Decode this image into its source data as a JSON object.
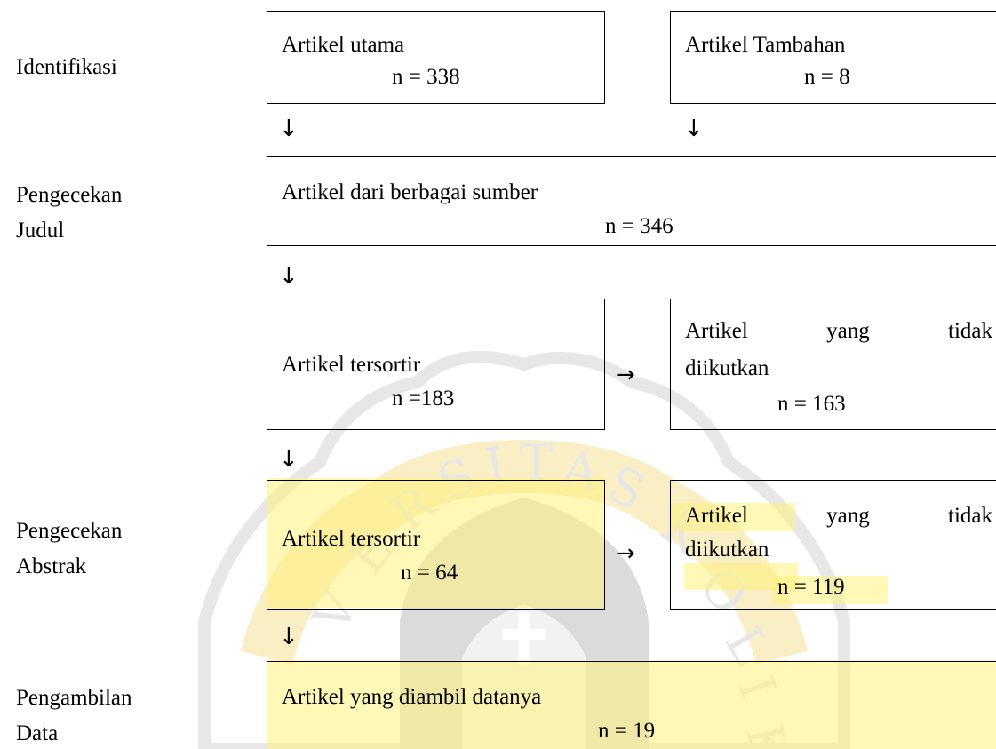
{
  "stages": {
    "identifikasi": "Identifikasi",
    "pengecekan_judul_1": "Pengecekan",
    "pengecekan_judul_2": "Judul",
    "pengecekan_abstrak_1": "Pengecekan",
    "pengecekan_abstrak_2": "Abstrak",
    "pengambilan_1": "Pengambilan",
    "pengambilan_2": "Data"
  },
  "boxes": {
    "utama": {
      "title": "Artikel utama",
      "count": "n = 338"
    },
    "tambahan": {
      "title": "Artikel Tambahan",
      "count": "n = 8"
    },
    "sumber": {
      "title": "Artikel dari berbagai sumber",
      "count": "n = 346"
    },
    "tersortir_judul": {
      "title": "Artikel tersortir",
      "count": "n =183"
    },
    "tidak_diikutkan_judul": {
      "w1": "Artikel",
      "w2": "yang",
      "w3": "tidak",
      "line2": "diikutkan",
      "count": "n = 163"
    },
    "tersortir_abstrak": {
      "title": "Artikel tersortir",
      "count": "n = 64"
    },
    "tidak_diikutkan_abstrak": {
      "w1": "Artikel",
      "w2": "yang",
      "w3": "tidak",
      "line2": "diikutkan",
      "count": "n = 119"
    },
    "diambil": {
      "title": "Artikel yang diambil datanya",
      "count": "n = 19"
    }
  },
  "arrows": {
    "down": "↓",
    "right": "→"
  },
  "colors": {
    "highlight": "#fff27a",
    "watermark_seal": "#f2d15c",
    "watermark_dark": "#c8c8c8"
  }
}
